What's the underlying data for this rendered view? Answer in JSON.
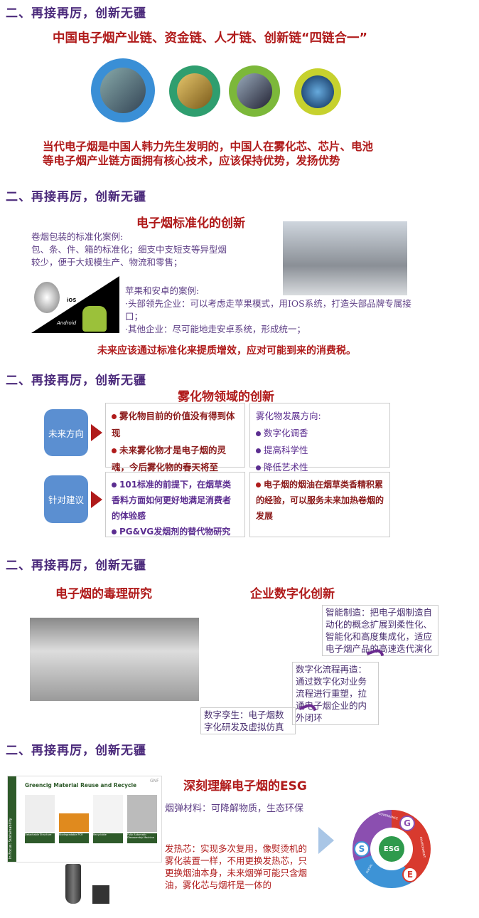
{
  "section_heading": "二、再接再厉，创新无疆",
  "s1": {
    "title": "中国电子烟产业链、资金链、人才链、创新链“四链合一”",
    "gears": [
      {
        "icon": "industry-gear-icon",
        "color": "#3a8fd6"
      },
      {
        "icon": "money-gear-icon",
        "color": "#2f9e6f"
      },
      {
        "icon": "talent-gear-icon",
        "color": "#7cb83a"
      },
      {
        "icon": "innovation-bulb-gear-icon",
        "color": "#c6d12e"
      }
    ],
    "text": "当代电子烟是中国人韩力先生发明的，中国人在雾化芯、芯片、电池等电子烟产业链方面拥有核心技术，应该保持优势，发扬优势"
  },
  "s2": {
    "title": "电子烟标准化的创新",
    "pack_lines": [
      "卷烟包装的标准化案例:",
      "包、条、件、箱的标准化；细支中支短支等异型烟",
      "较少，便于大规模生产、物流和零售；"
    ],
    "logo_ios": "iOS",
    "logo_android": "Android",
    "os_lines": [
      "苹果和安卓的案例:",
      "·头部领先企业：可以考虑走苹果模式，用IOS系统，打造头部品牌专属接口；",
      "·其他企业：尽可能地走安卓系统，形成统一；"
    ],
    "conclusion": "未来应该通过标准化来提质增效，应对可能到来的消费税。"
  },
  "s3": {
    "title": "雾化物领域的创新",
    "row1": {
      "label": "未来方向",
      "left": [
        "雾化物目前的价值没有得到体现",
        "未来雾化物才是电子烟的灵魂，今后雾化物的春天将至"
      ],
      "right_head": "雾化物发展方向:",
      "right": [
        "数字化调香",
        "提高科学性",
        "降低艺术性"
      ]
    },
    "row2": {
      "label": "针对建议",
      "left": [
        "101标准的前提下，在烟草类香料方面如何更好地满足消费者的体验感",
        "PG&VG发烟剂的替代物研究"
      ],
      "right": [
        "电子烟的烟油在烟草类香精积累的经验，可以服务未来加热卷烟的发展"
      ]
    },
    "colors": {
      "red": "#b01b1b",
      "purple": "#5b2d90",
      "blue": "#5b8fd1"
    }
  },
  "s4": {
    "left_title": "电子烟的毒理研究",
    "right_title": "企业数字化创新",
    "steps": [
      "智能制造：把电子烟制造自动化的概念扩展到柔性化、智能化和高度集成化，适应电子烟产品的高速迭代演化",
      "数字化流程再造：通过数字化对业务流程进行重塑，拉通电子烟企业的内外闭环",
      "数字孪生：电子烟数字化研发及虚拟仿真"
    ]
  },
  "s5": {
    "title": "深刻理解电子烟的ESG",
    "image_title": "Greencig Material Reuse and Recycle",
    "image_side": "In Focus: Sustainability",
    "image_brand": "GNF",
    "image_steps": [
      "Detachable Structure",
      "Biodegradable PCR",
      "Recyclable",
      "Fully Automatic Disassembly Machine"
    ],
    "cartridge": "烟弹材料：可降解物质，生态环保",
    "heater": "发热芯：实现多次复用，像熨烫机的雾化装置一样，不用更换发热芯，只更换烟油本身，未来烟弹可能只含烟油，雾化芯与烟杆是一体的",
    "esg": {
      "center": "ESG",
      "g": "G",
      "e": "E",
      "s": "S",
      "governance": "GOVERNANCE",
      "environment": "ENVIRONMENT",
      "social": "SOCIAL"
    }
  }
}
